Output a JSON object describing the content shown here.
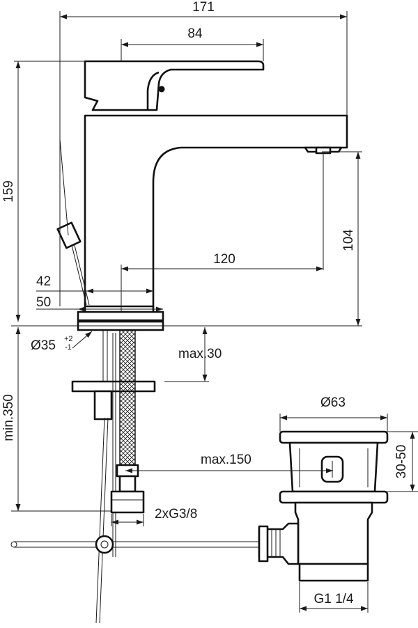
{
  "dimensions": {
    "overall_width": "171",
    "lever_length": "84",
    "overall_height": "159",
    "spout_height": "104",
    "spout_reach": "120",
    "base_width_inner": "42",
    "base_width_outer": "50",
    "hole_diameter": "Ø35",
    "hole_tol_plus": "+2",
    "hole_tol_minus": "-1",
    "max_deck_thickness": "max.30",
    "min_hose_length": "min.350",
    "max_drain_distance": "max.150",
    "connection_thread": "2xG3/8",
    "waste_head_diameter": "Ø63",
    "waste_head_height": "30-50",
    "waste_thread": "G1 1/4"
  }
}
